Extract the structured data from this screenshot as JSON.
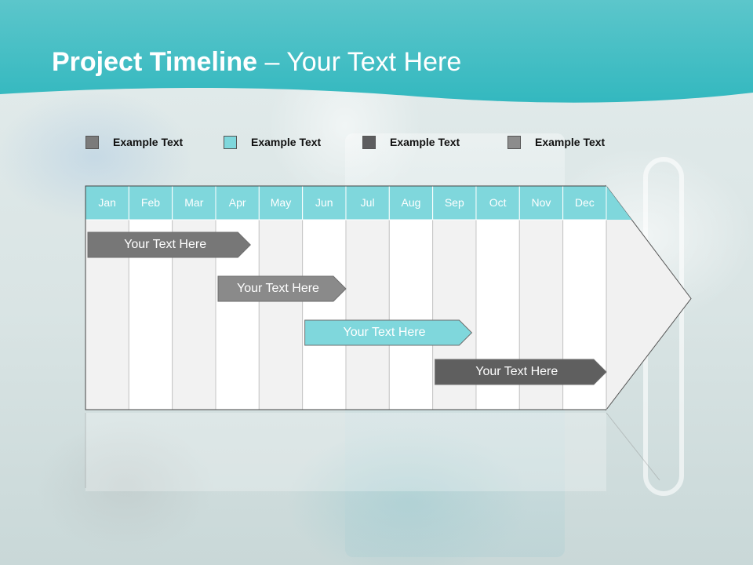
{
  "slide": {
    "title_bold": "Project Timeline",
    "title_rest": " – Your Text Here"
  },
  "legend": [
    {
      "label": "Example Text",
      "color": "#7b7b7b"
    },
    {
      "label": "Example Text",
      "color": "#7fd7dc"
    },
    {
      "label": "Example Text",
      "color": "#5d5d5f"
    },
    {
      "label": "Example Text",
      "color": "#8c8c8c"
    }
  ],
  "months": [
    "Jan",
    "Feb",
    "Mar",
    "Apr",
    "May",
    "Jun",
    "Jul",
    "Aug",
    "Sep",
    "Oct",
    "Nov",
    "Dec"
  ],
  "tasks": [
    {
      "label": "Your  Text Here",
      "start": 0,
      "end": 3.8,
      "color": "#777777",
      "text_color": "#ffffff"
    },
    {
      "label": "Your  Text Here",
      "start": 3.0,
      "end": 6.0,
      "color": "#8a8a8a",
      "text_color": "#ffffff"
    },
    {
      "label": "Your  Text Here",
      "start": 5.0,
      "end": 8.9,
      "color": "#7fd7dc",
      "text_color": "#ffffff"
    },
    {
      "label": "Your  Text Here",
      "start": 8.0,
      "end": 12.0,
      "color": "#5f5f5f",
      "text_color": "#ffffff"
    }
  ],
  "colors": {
    "header_teal": "#36bcc2",
    "month_header": "#7fd7dc",
    "col_odd": "#f2f2f2",
    "col_even": "#ffffff"
  }
}
